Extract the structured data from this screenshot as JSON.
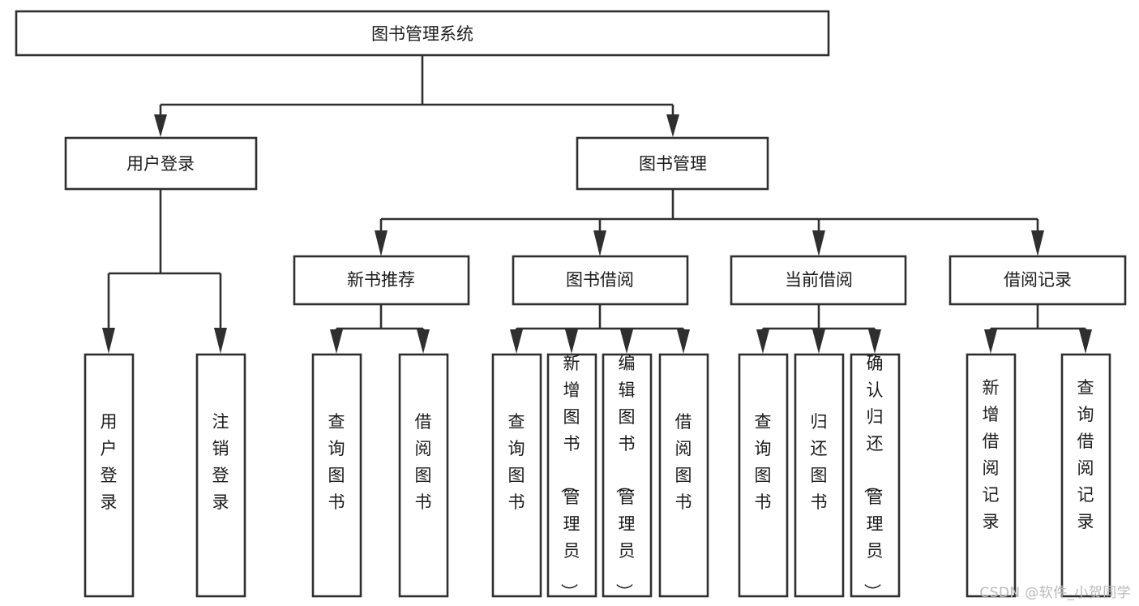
{
  "diagram": {
    "type": "hierarchy-flowchart",
    "title": "图书管理系统",
    "orientation": "top-down",
    "levels": 4,
    "nodes": {
      "root": {
        "label": "图书管理系统",
        "level": 1,
        "orientation": "horizontal"
      },
      "l2": [
        {
          "id": "user-login",
          "label": "用户登录",
          "level": 2,
          "orientation": "horizontal"
        },
        {
          "id": "book-manage",
          "label": "图书管理",
          "level": 2,
          "orientation": "horizontal"
        }
      ],
      "l3": [
        {
          "id": "new-book-rec",
          "label": "新书推荐",
          "level": 3,
          "orientation": "horizontal",
          "parent": "book-manage"
        },
        {
          "id": "book-borrow",
          "label": "图书借阅",
          "level": 3,
          "orientation": "horizontal",
          "parent": "book-manage"
        },
        {
          "id": "current-borrow",
          "label": "当前借阅",
          "level": 3,
          "orientation": "horizontal",
          "parent": "book-manage"
        },
        {
          "id": "borrow-record",
          "label": "借阅记录",
          "level": 3,
          "orientation": "horizontal",
          "parent": "book-manage"
        }
      ],
      "leaves": [
        {
          "id": "leaf-user-login",
          "label": "用户登录",
          "parent": "user-login",
          "orientation": "vertical"
        },
        {
          "id": "leaf-user-logout",
          "label": "注销登录",
          "parent": "user-login",
          "orientation": "vertical"
        },
        {
          "id": "leaf-query-book-1",
          "label": "查询图书",
          "parent": "new-book-rec",
          "orientation": "vertical"
        },
        {
          "id": "leaf-borrow-book-1",
          "label": "借阅图书",
          "parent": "new-book-rec",
          "orientation": "vertical"
        },
        {
          "id": "leaf-query-book-2",
          "label": "查询图书",
          "parent": "book-borrow",
          "orientation": "vertical"
        },
        {
          "id": "leaf-add-book",
          "label": "新增图书（管理员）",
          "parent": "book-borrow",
          "orientation": "vertical"
        },
        {
          "id": "leaf-edit-book",
          "label": "编辑图书（管理员）",
          "parent": "book-borrow",
          "orientation": "vertical"
        },
        {
          "id": "leaf-borrow-book-2",
          "label": "借阅图书",
          "parent": "book-borrow",
          "orientation": "vertical"
        },
        {
          "id": "leaf-query-book-3",
          "label": "查询图书",
          "parent": "current-borrow",
          "orientation": "vertical"
        },
        {
          "id": "leaf-return-book",
          "label": "归还图书",
          "parent": "current-borrow",
          "orientation": "vertical"
        },
        {
          "id": "leaf-confirm-return",
          "label": "确认归还（管理员）",
          "parent": "current-borrow",
          "orientation": "vertical"
        },
        {
          "id": "leaf-add-record",
          "label": "新增借阅记录",
          "parent": "borrow-record",
          "orientation": "vertical"
        },
        {
          "id": "leaf-query-record",
          "label": "查询借阅记录",
          "parent": "borrow-record",
          "orientation": "vertical"
        }
      ]
    },
    "colors": {
      "background": "#ffffff",
      "box_fill": "#ffffff",
      "box_stroke": "#2f2f2f",
      "text": "#1b1b1b",
      "watermark": "#b9b9b9"
    }
  },
  "watermark": {
    "text": "CSDN @软件_小贺同学"
  }
}
